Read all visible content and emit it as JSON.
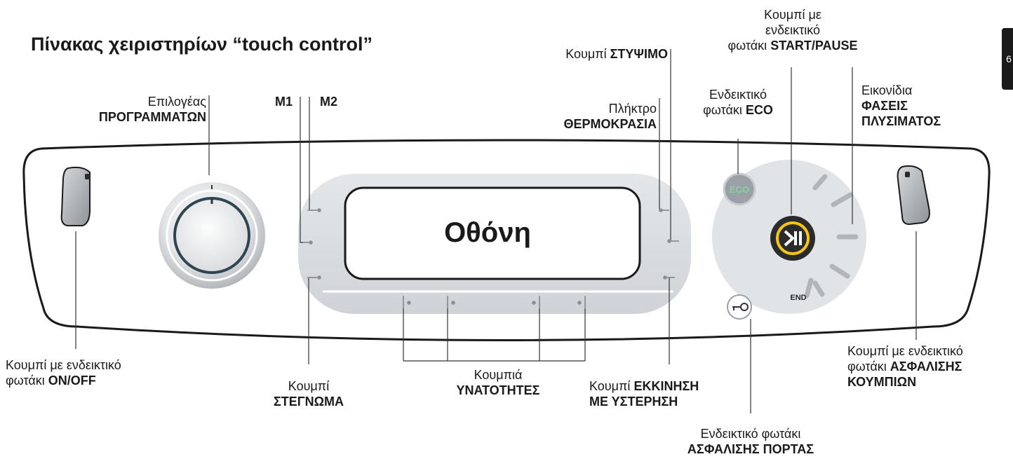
{
  "title": "Πίνακας χειριστηρίων “touch control”",
  "screen_label": "Οθόνη",
  "eco_button_text": "ECO",
  "end_text": "END",
  "side_tab_text": "6",
  "labels": {
    "program_selector": {
      "line1": "Επιλογέας",
      "line2": "ΠΡΟΓΡΑΜΜΑΤΩΝ"
    },
    "m1": "M1",
    "m2": "M2",
    "spin": {
      "normal": "Κουμπί ",
      "bold": "ΣΤΥΨΙΜΟ"
    },
    "temperature": {
      "line1": "Πλήκτρο",
      "line2": "ΘΕΡΜΟΚΡΑΣΙΑ"
    },
    "eco_light": {
      "line1": "Ενδεικτικό",
      "line2_normal": "φωτάκι ",
      "line2_bold": "ECO"
    },
    "start_pause": {
      "line1": "Κουμπί με",
      "line2": "ενδεικτικό",
      "line3_normal": "φωτάκι ",
      "line3_bold": "START/PAUSE"
    },
    "wash_phases": {
      "line1": "Εικονίδια",
      "line2": "ΦΑΣΕΙΣ",
      "line3": "ΠΛΥΣΙΜΑΤΟΣ"
    },
    "on_off": {
      "line1": "Κουμπί με ενδεικτικό",
      "line2_normal": "φωτάκι ",
      "line2_bold": "ON/OFF"
    },
    "drying": {
      "line1": "Κουμπί",
      "line2": "ΣΤΕΓΝΩΜΑ"
    },
    "options": {
      "line1": "Κουμπιά",
      "line2": "ΥΝΑΤΟΤΗΤΕΣ"
    },
    "delay_start": {
      "line1_normal": "Κουμπί ",
      "line1_bold": "ΕΚΚΙΝΗΣΗ",
      "line2": "ΜΕ ΥΣΤΕΡΗΣΗ"
    },
    "door_lock": {
      "line1": "Ενδεικτικό φωτάκι",
      "line2": "ΑΣΦΑΛΙΣΗΣ ΠΟΡΤΑΣ"
    },
    "key_lock": {
      "line1": "Κουμπί με ενδεικτικό",
      "line2_normal": "φωτάκι ",
      "line2_bold": "ΑΣΦΑΛΙΣΗΣ",
      "line3": "ΚΟΥΜΠΙΩΝ"
    }
  },
  "colors": {
    "panel_outline": "#1a1a1a",
    "display_area": "#d9dde1",
    "start_button_ring": "#f5c518",
    "eco_green": "#7ed6a0"
  }
}
